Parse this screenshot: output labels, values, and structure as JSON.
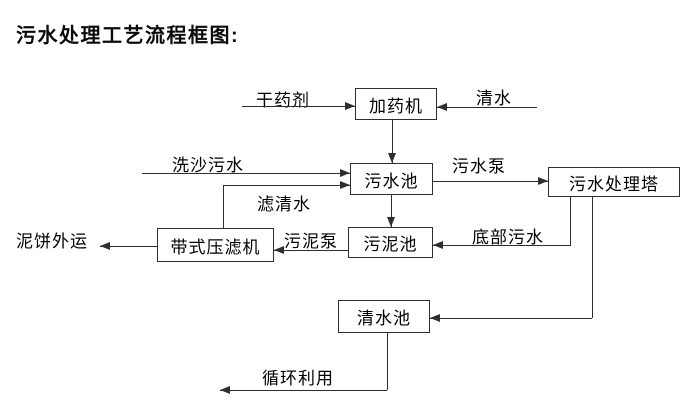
{
  "title": "污水处理工艺流程框图:",
  "nodes": {
    "dosing_machine": "加药机",
    "sewage_pool": "污水池",
    "treatment_tower": "污水处理塔",
    "sludge_pool": "污泥池",
    "belt_filter_press": "带式压滤机",
    "clean_water_pool": "清水池"
  },
  "edge_labels": {
    "dry_chemical": "干药剂",
    "clean_water": "清水",
    "sand_washing_sewage": "洗沙污水",
    "filtered_water": "滤清水",
    "sewage_pump": "污水泵",
    "bottom_sewage": "底部污水",
    "sludge_pump": "污泥泵",
    "mud_cake_out": "泥饼外运",
    "recycling": "循环利用"
  },
  "colors": {
    "line": "#2e2e2e",
    "text": "#000000",
    "background": "#ffffff"
  }
}
